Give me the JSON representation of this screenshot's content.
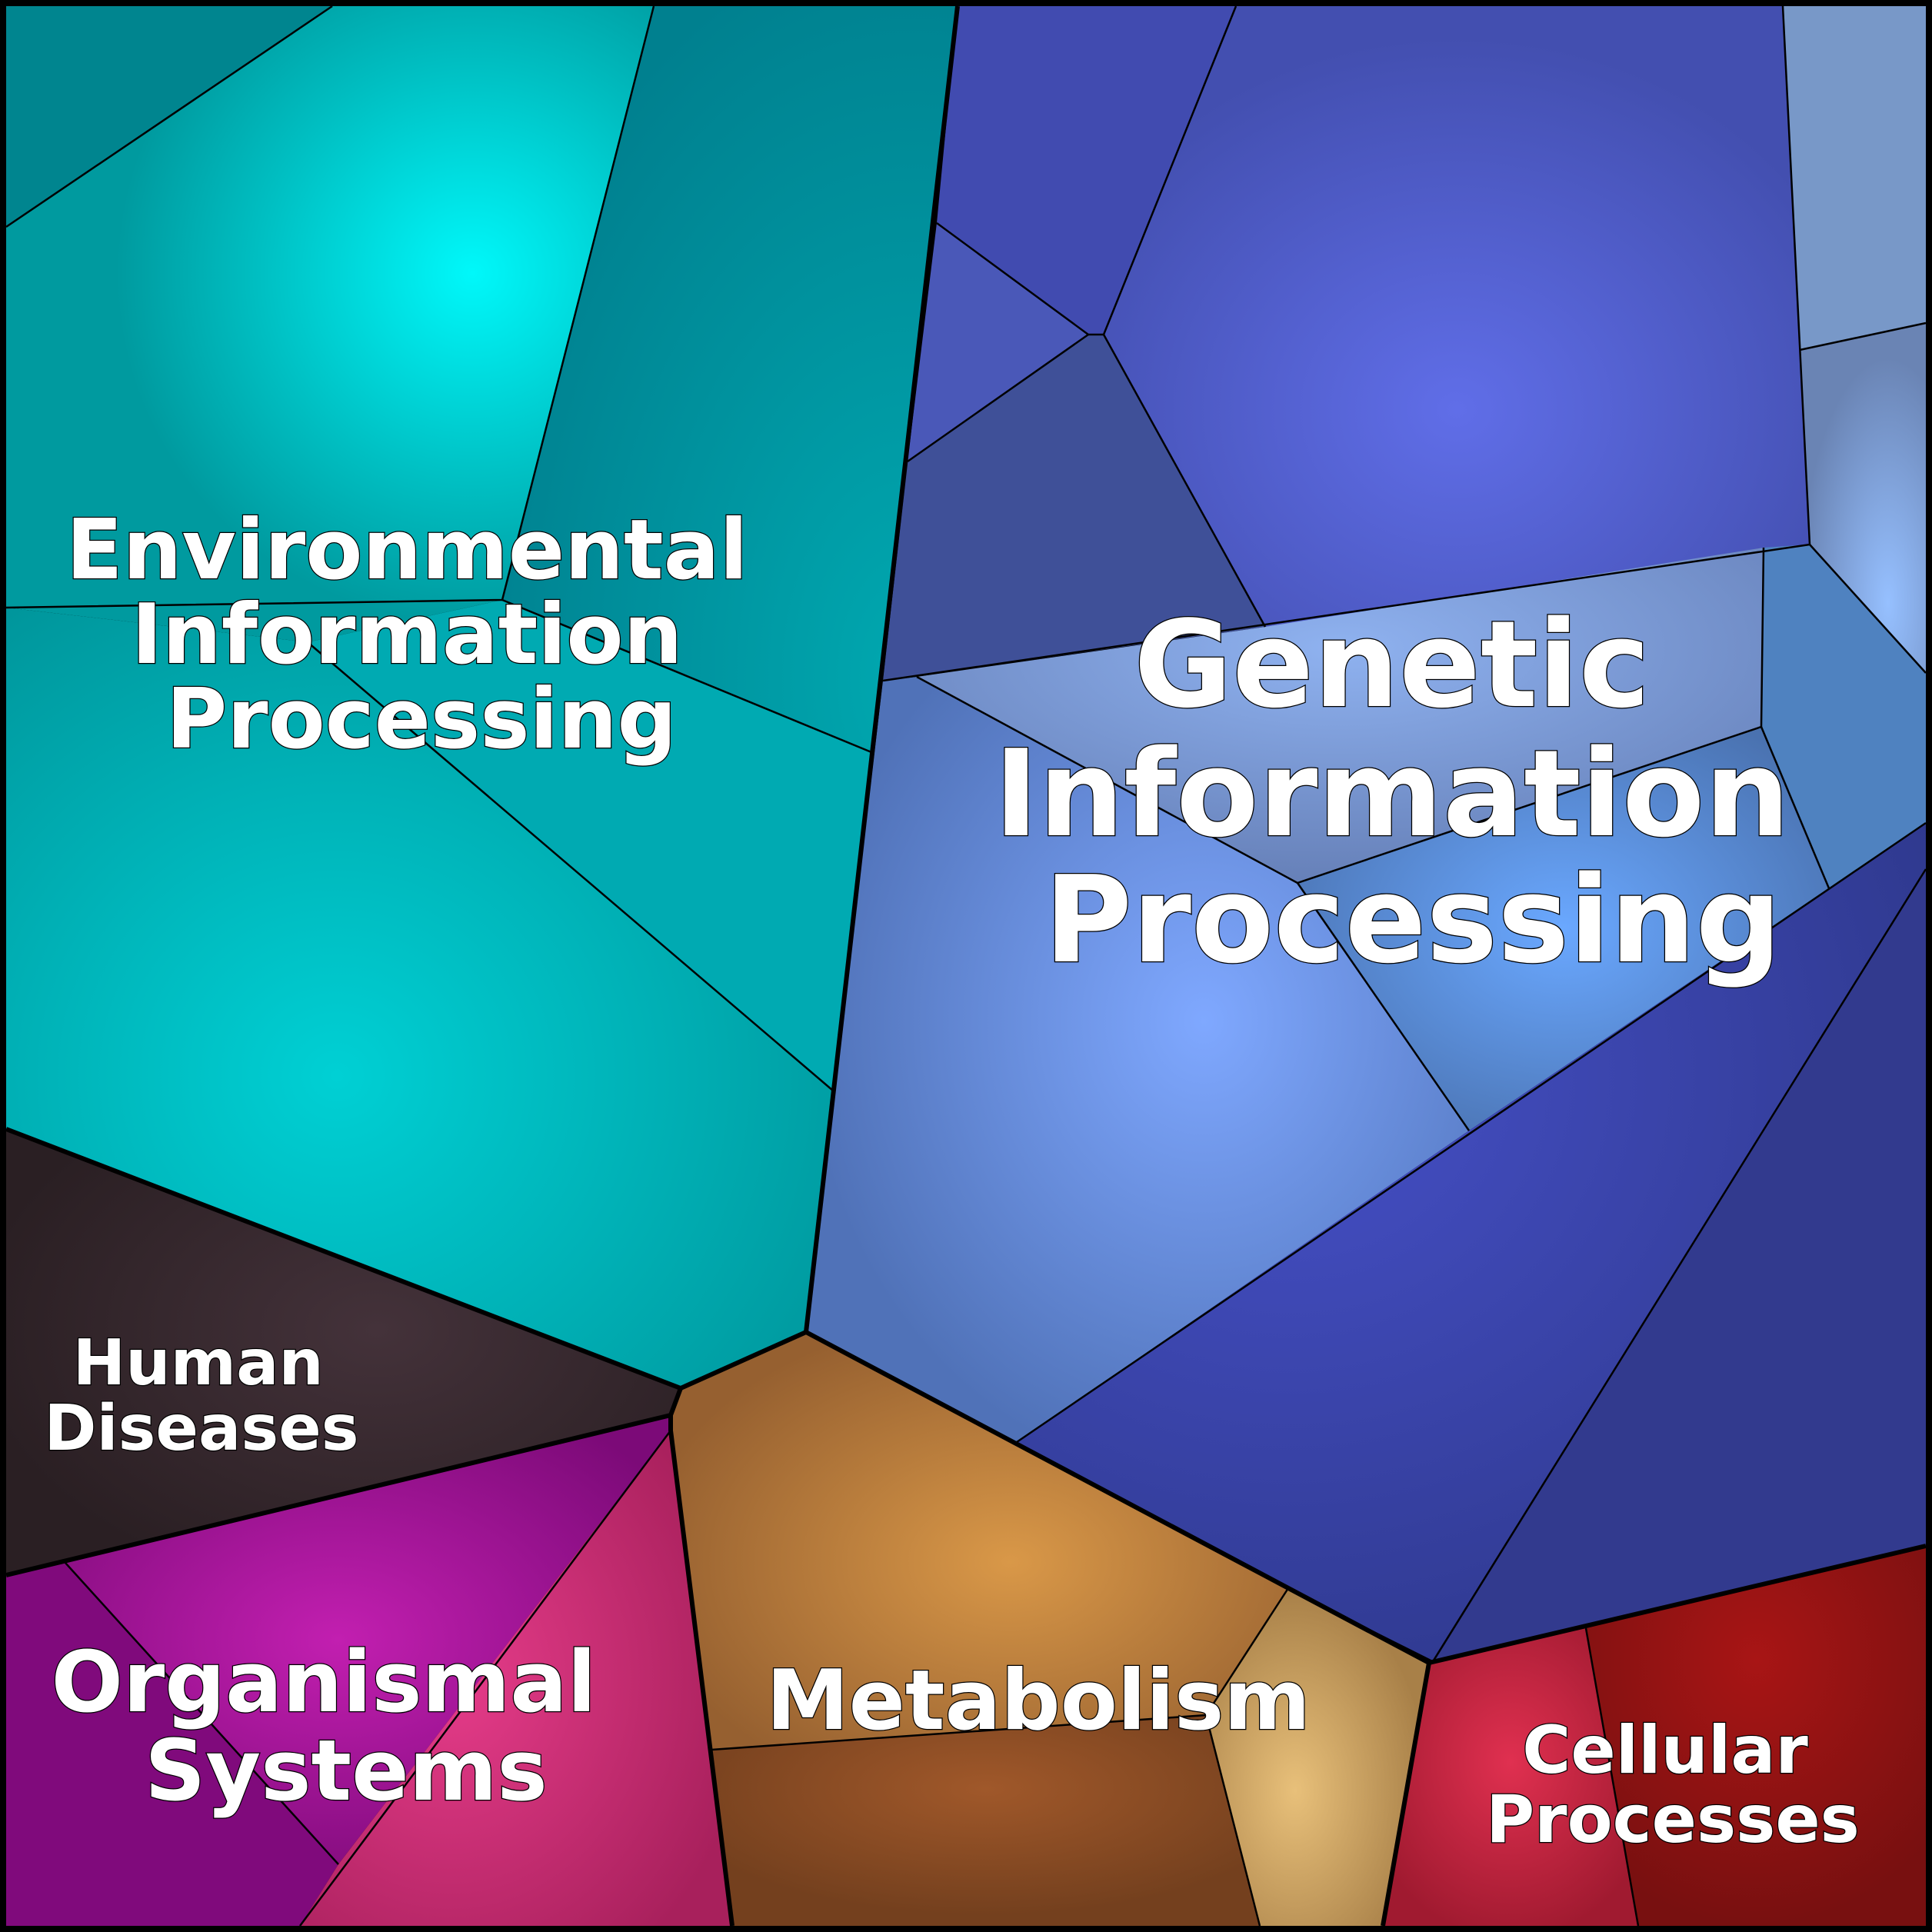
{
  "diagram": {
    "kind": "voronoi-treemap",
    "categories": [
      {
        "id": "environmental",
        "lines": [
          "Environmental",
          "Information",
          "Processing"
        ],
        "color": "#00b3b8",
        "highlight": "#00f5f8"
      },
      {
        "id": "genetic",
        "lines": [
          "Genetic",
          "Information",
          "Processing"
        ],
        "color": "#4a5bb8",
        "highlight": "#8fb4ff"
      },
      {
        "id": "human-diseases",
        "lines": [
          "Human",
          "Diseases"
        ],
        "color": "#2e2226",
        "highlight": "#433035"
      },
      {
        "id": "organismal",
        "lines": [
          "Organismal",
          "Systems"
        ],
        "color": "#8a0f86",
        "highlight": "#e13a8c"
      },
      {
        "id": "metabolism",
        "lines": [
          "Metabolism"
        ],
        "color": "#a06b30",
        "highlight": "#d99445"
      },
      {
        "id": "cellular",
        "lines": [
          "Cellular",
          "Processes"
        ],
        "color": "#a81b2e",
        "highlight": "#e0354c"
      }
    ]
  }
}
